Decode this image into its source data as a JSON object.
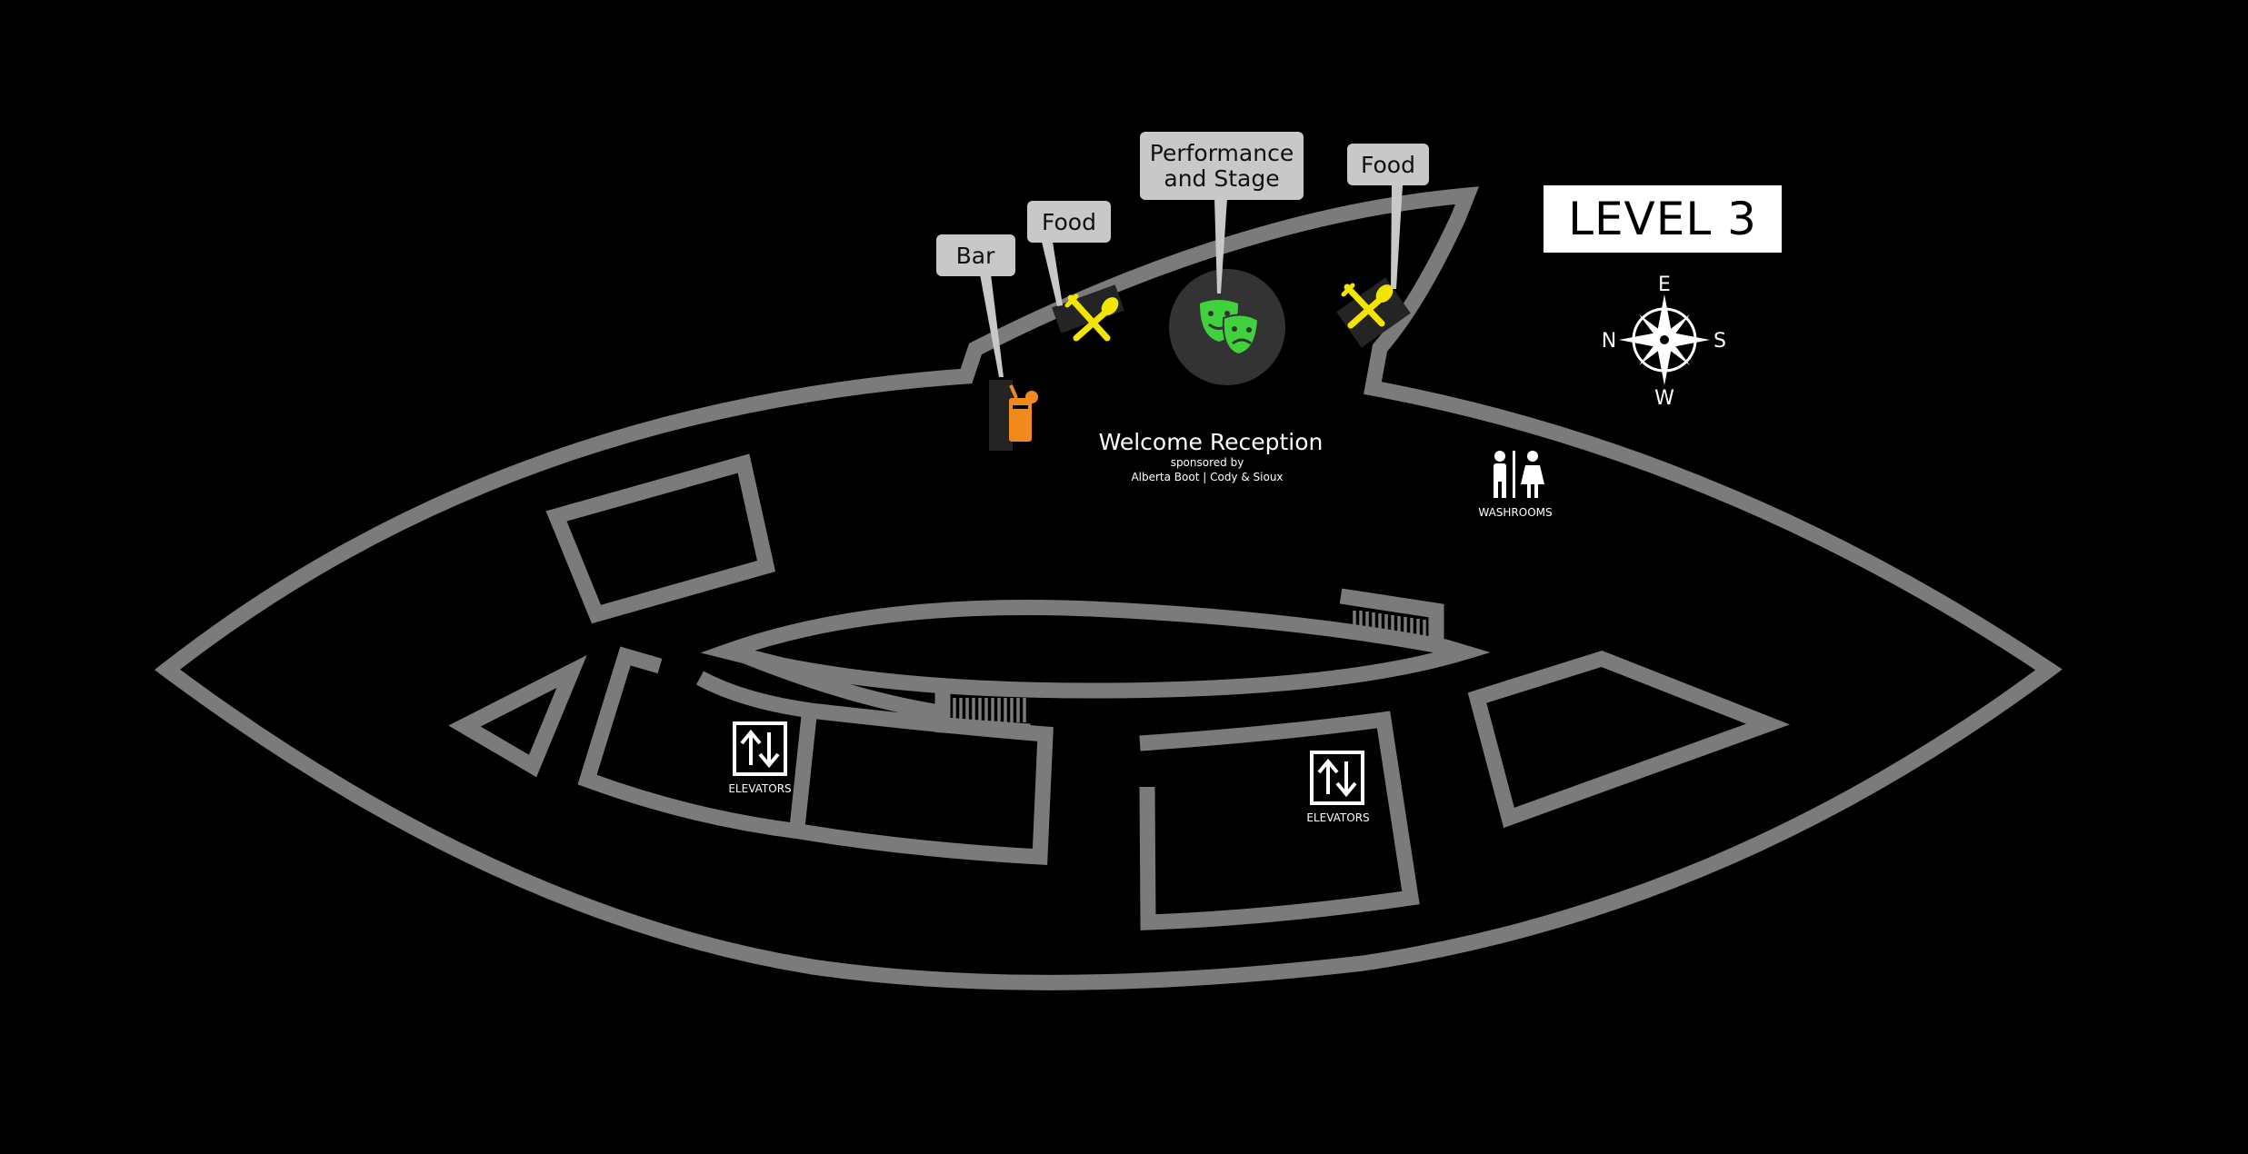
{
  "level": {
    "label": "LEVEL 3"
  },
  "compass": {
    "top": "E",
    "left": "N",
    "right": "S",
    "bottom": "W"
  },
  "event": {
    "title": "Welcome Reception",
    "sponsored": "sponsored by",
    "sponsors": "Alberta Boot | Cody & Sioux"
  },
  "callouts": {
    "bar": "Bar",
    "food_left": "Food",
    "stage_line1": "Performance",
    "stage_line2": "and Stage",
    "food_right": "Food"
  },
  "facilities": {
    "washrooms": "WASHROOMS",
    "elevators_left": "ELEVATORS",
    "elevators_right": "ELEVATORS"
  },
  "icons": {
    "bar": "drink-icon",
    "food": "fork-spoon-icon",
    "stage": "theater-masks-icon",
    "washroom": "restroom-icon",
    "elevator": "elevator-arrows-icon",
    "compass": "compass-rose-icon"
  },
  "colors": {
    "background": "#000000",
    "walls": "#7b7b7b",
    "callout": "#c8c8c8",
    "food_icon": "#f2e600",
    "stage_icon": "#3fd23c",
    "bar_icon": "#f08a1c"
  }
}
